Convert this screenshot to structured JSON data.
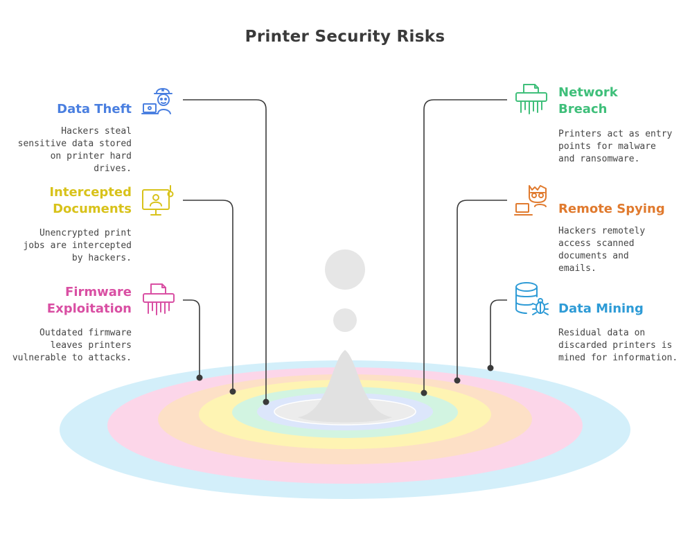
{
  "title": "Printer Security Risks",
  "colors": {
    "blue": "#4a7fe0",
    "yellow": "#d8c21a",
    "pink": "#d94fa3",
    "green": "#3fbf7a",
    "orange": "#e07a2e",
    "cyan": "#2e9bd6",
    "connector": "#3a3a3a"
  },
  "left_items": [
    {
      "title_lines": [
        "Data Theft"
      ],
      "desc_lines": [
        "Hackers steal",
        "sensitive data stored",
        "on printer hard",
        "drives."
      ],
      "icon": "hacker-laptop-icon",
      "color": "#4a7fe0"
    },
    {
      "title_lines": [
        "Intercepted",
        "Documents"
      ],
      "desc_lines": [
        "Unencrypted print",
        "jobs are intercepted",
        "by hackers."
      ],
      "icon": "monitor-hook-icon",
      "color": "#d8c21a"
    },
    {
      "title_lines": [
        "Firmware",
        "Exploitation"
      ],
      "desc_lines": [
        "Outdated firmware",
        "leaves printers",
        "vulnerable to attacks."
      ],
      "icon": "shredder-icon",
      "color": "#d94fa3"
    }
  ],
  "right_items": [
    {
      "title_lines": [
        "Network",
        "Breach"
      ],
      "desc_lines": [
        "Printers act as entry",
        "points for malware",
        "and ransomware."
      ],
      "icon": "shredder-network-icon",
      "color": "#3fbf7a"
    },
    {
      "title_lines": [
        "Remote Spying"
      ],
      "desc_lines": [
        "Hackers remotely",
        "access scanned",
        "documents and",
        "emails."
      ],
      "icon": "masked-spy-icon",
      "color": "#e07a2e"
    },
    {
      "title_lines": [
        "Data Mining"
      ],
      "desc_lines": [
        "Residual data on",
        "discarded printers is",
        "mined for information."
      ],
      "icon": "database-bug-icon",
      "color": "#2e9bd6"
    }
  ]
}
